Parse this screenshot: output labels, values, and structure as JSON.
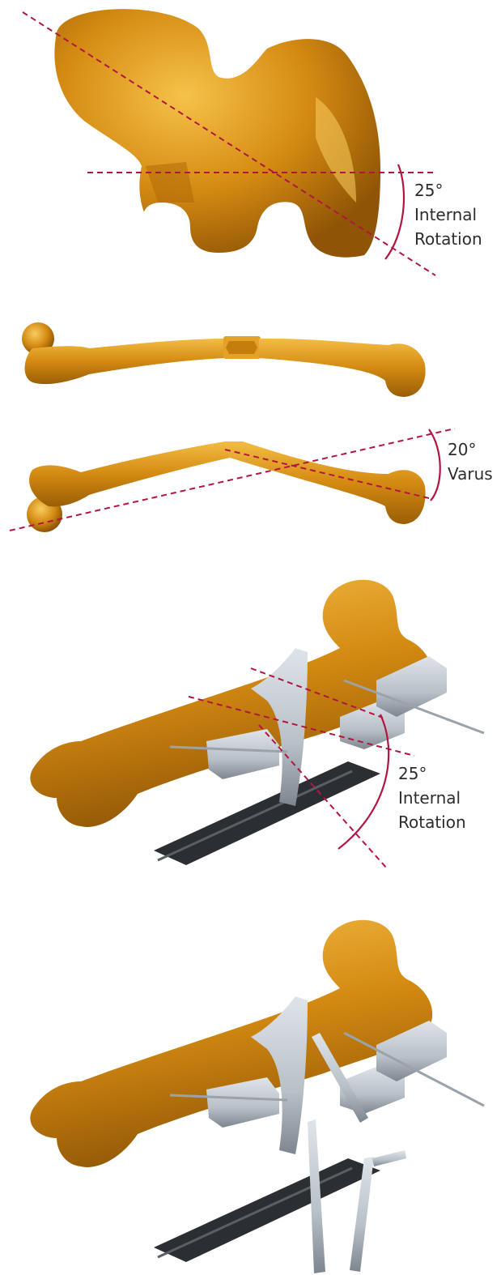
{
  "colors": {
    "bone": "#d48a12",
    "bone_light": "#f2b63c",
    "bone_dark": "#9a5e06",
    "annotation": "#b2163f",
    "metal": "#b8c0c8",
    "metal_dark": "#7d868f",
    "rail": "#2b2e33"
  },
  "panels": [
    {
      "id": "distal-femur-view",
      "annotation": {
        "angle": "25°",
        "line1": "Internal",
        "line2": "Rotation"
      }
    },
    {
      "id": "femur-straight",
      "annotation": null
    },
    {
      "id": "femur-varus",
      "annotation": {
        "angle": "20°",
        "line1": "Varus"
      }
    },
    {
      "id": "femur-fixator-rotation",
      "annotation": {
        "angle": "25°",
        "line1": "Internal",
        "line2": "Rotation"
      }
    },
    {
      "id": "femur-fixator-final",
      "annotation": null
    }
  ]
}
